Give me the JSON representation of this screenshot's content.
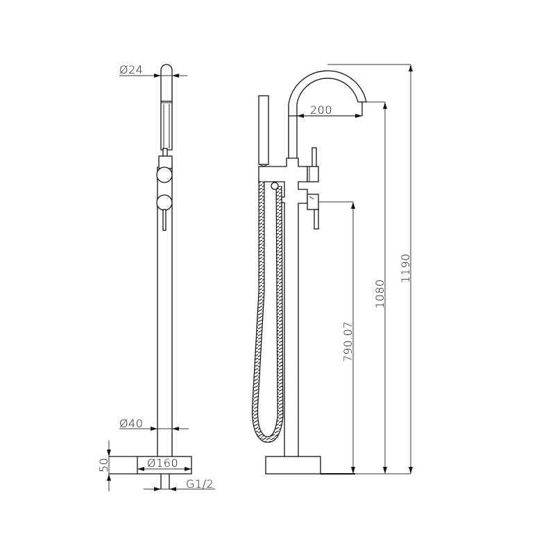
{
  "drawing": {
    "subject": "Freestanding bath faucet with hand shower",
    "views": [
      "side",
      "front"
    ],
    "colors": {
      "line": "#111111",
      "background": "#ffffff"
    }
  },
  "side_view": {
    "dimensions": {
      "handshower_diameter": "Ø24",
      "column_diameter": "Ø40",
      "base_diameter": "Ø160",
      "base_height": "50",
      "inlet_thread": "G1/2"
    }
  },
  "front_view": {
    "dimensions": {
      "spout_reach": "200",
      "handle_height": "790.07",
      "spout_outlet_height": "1080",
      "overall_height": "1190"
    }
  }
}
